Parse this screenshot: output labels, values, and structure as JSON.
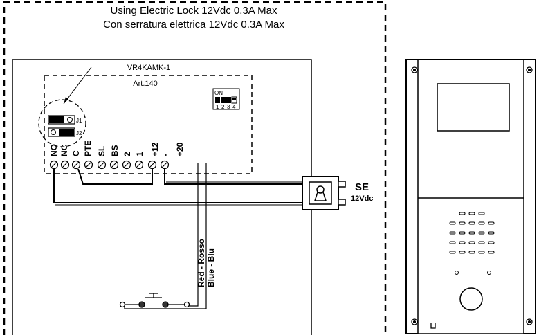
{
  "header": {
    "line1": "Using Electric Lock 12Vdc 0.3A Max",
    "line2": "Con serratura elettrica 12Vdc 0.3A Max"
  },
  "module": {
    "model": "VR4KAMK-1",
    "board": "Art.140",
    "jumpers": [
      "J1",
      "J2"
    ],
    "dip": {
      "on_label": "ON",
      "numbers": [
        "1",
        "2",
        "3",
        "4"
      ]
    },
    "terminals": [
      "NO",
      "NC",
      "C",
      "PTE",
      "SL",
      "BS",
      "2",
      "1",
      "+12",
      "-",
      "+20"
    ]
  },
  "wires": {
    "red": "Red - Rosso",
    "blue": "Blue - Blu"
  },
  "lock": {
    "code": "SE",
    "voltage": "12Vdc"
  }
}
